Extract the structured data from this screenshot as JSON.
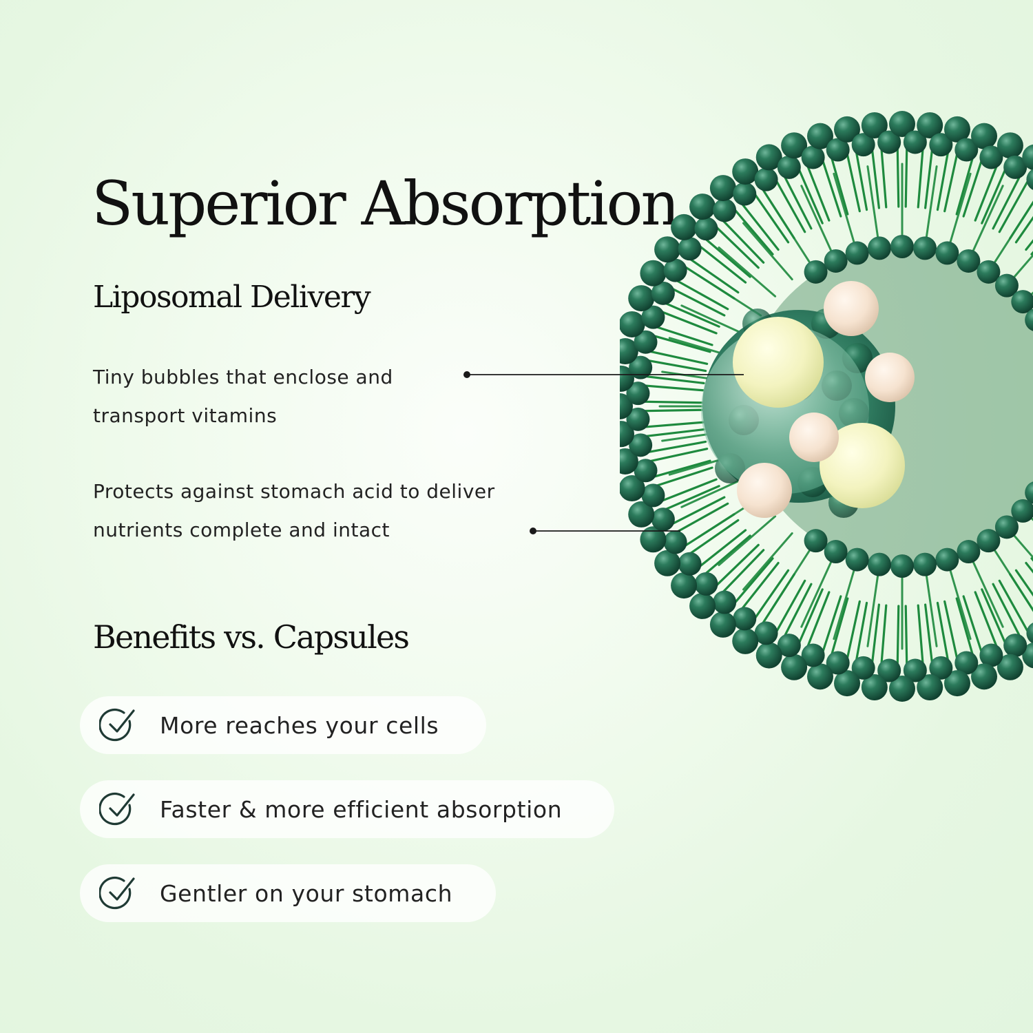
{
  "headline": "Superior Absorption",
  "section_delivery": {
    "heading": "Liposomal Delivery",
    "callouts": [
      "Tiny bubbles that enclose and transport vitamins",
      "Protects against stomach acid to deliver nutrients complete and intact"
    ]
  },
  "section_benefits": {
    "heading": "Benefits vs. Capsules",
    "items": [
      {
        "icon": "check-circle-icon",
        "label": "More reaches your cells"
      },
      {
        "icon": "check-circle-icon",
        "label": "Faster & more efficient absorption"
      },
      {
        "icon": "check-circle-icon",
        "label": "Gentler on your stomach"
      }
    ]
  },
  "colors": {
    "background": "#eaf8e6",
    "text": "#111111",
    "liposome_head": "#1f6b4f",
    "liposome_tail": "#1e8a3e",
    "nutrient": "#f2f3c4",
    "icon_stroke": "#1f3a34"
  }
}
